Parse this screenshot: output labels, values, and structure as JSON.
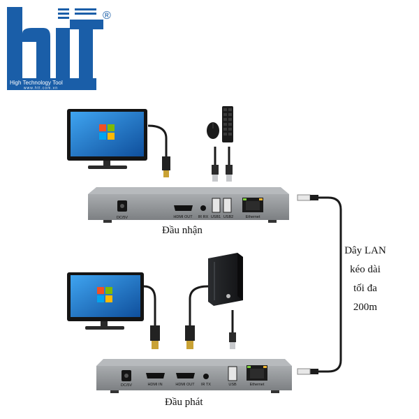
{
  "brand": {
    "logo_text": "hiT",
    "tagline": "High Technology Tool",
    "website": "www.htt.com.vn",
    "registered_mark": "®",
    "color": "#1a5ea8"
  },
  "receiver": {
    "label": "Đầu nhận",
    "ports": {
      "dc": "DC/5V",
      "hdmi_out": "HDMI OUT",
      "ir_rx": "IR RX",
      "usb1": "USB1",
      "usb2": "USB2",
      "ethernet": "Ethernet"
    }
  },
  "transmitter": {
    "label": "Đầu phát",
    "ports": {
      "dc": "DC/5V",
      "hdmi_in": "HDMI IN",
      "hdmi_out": "HDMI OUT",
      "ir_tx": "IR TX",
      "usb": "USB",
      "ethernet": "Ethernet"
    }
  },
  "lan_cable": {
    "lines": [
      "Dây LAN",
      "kéo dài",
      "tối đa",
      "200m"
    ]
  },
  "colors": {
    "device_body": "#8e9194",
    "device_top": "#b7babd",
    "cable": "#1a1a1a",
    "screen": "#1e7fd6"
  }
}
